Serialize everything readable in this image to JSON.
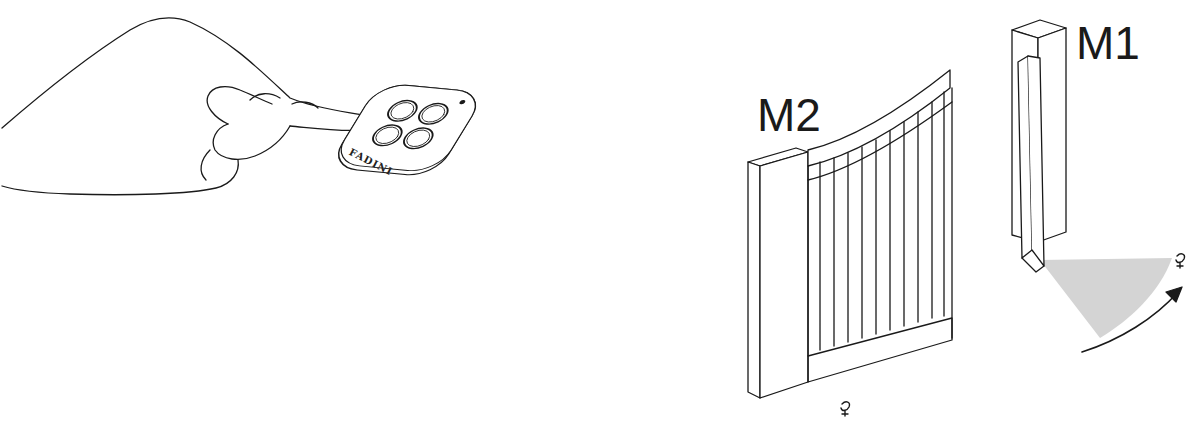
{
  "diagram": {
    "labels": [
      "FADINI",
      "M2",
      "M1"
    ]
  }
}
